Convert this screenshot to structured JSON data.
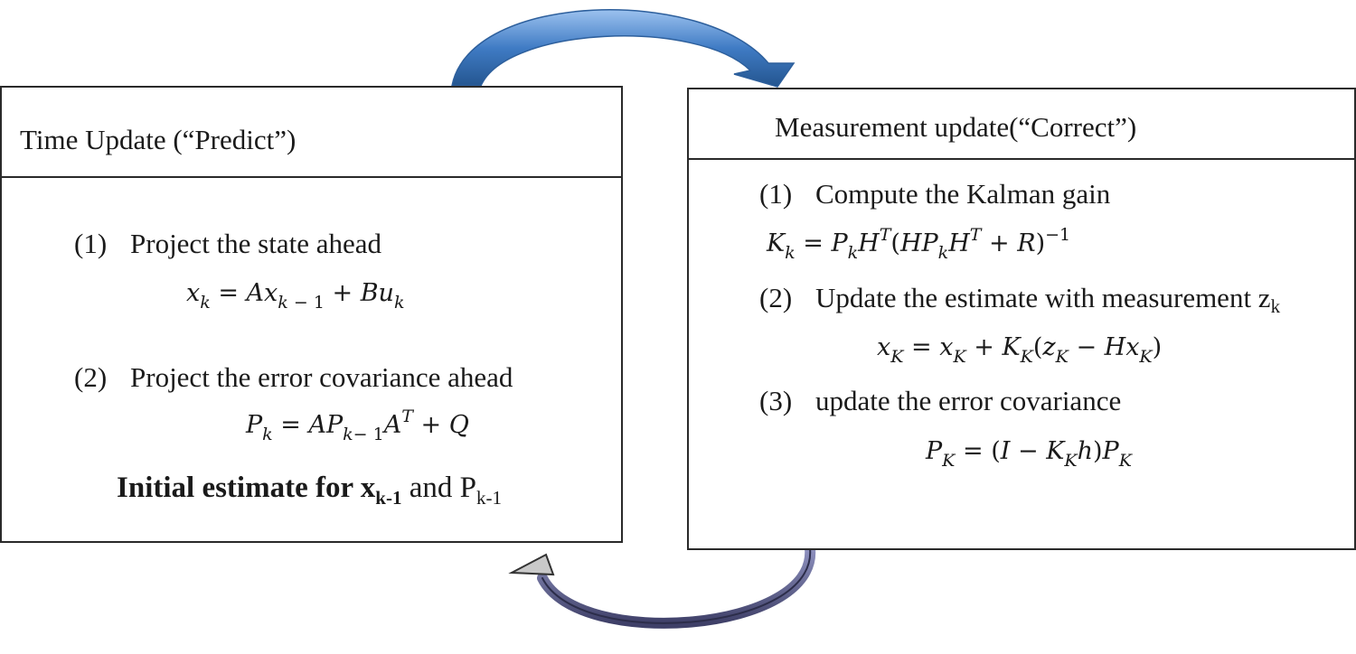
{
  "time_update": {
    "title": "Time Update (“Predict”)",
    "step1": {
      "num": "(1)",
      "text": "Project the state ahead"
    },
    "step2": {
      "num": "(2)",
      "text": "Project the error covariance ahead"
    },
    "initial_estimate": {
      "prefix": "Initial estimate for ",
      "x": "x",
      "x_sub": "k-1",
      "and": " and P",
      "p_sub": "k-1"
    }
  },
  "measurement_update": {
    "title": "Measurement update(“Correct”)",
    "step1": {
      "num": "(1)",
      "text": "Compute the Kalman gain"
    },
    "step2": {
      "num": "(2)",
      "text": "Update the estimate with measurement z",
      "text_sub": "k"
    },
    "step3": {
      "num": "(3)",
      "text": "update the error covariance"
    }
  },
  "colors": {
    "arrow_top": "#3f7bc4",
    "arrow_bottom": "#5a5c86",
    "border": "#2a2a2a"
  }
}
